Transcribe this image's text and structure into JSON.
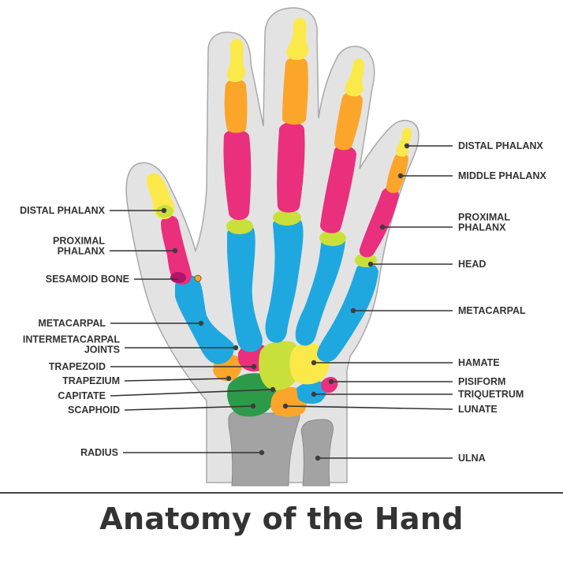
{
  "title": "Anatomy of the Hand",
  "colors": {
    "skin": "#e3e3e3",
    "skin_outline": "#a8a8a8",
    "distal_phalanx": "#fbe94a",
    "middle_phalanx": "#fba52a",
    "proximal_phalanx": "#ea2f7c",
    "metacarpal": "#1fa8e0",
    "joint_head": "#c9e03a",
    "trapezium": "#fba52a",
    "trapezoid": "#ea2f7c",
    "capitate": "#c9e03a",
    "hamate": "#fbe94a",
    "scaphoid": "#2d9a4a",
    "lunate": "#fba52a",
    "triquetrum": "#1fa8e0",
    "pisiform": "#ea2f7c",
    "radius_ulna": "#a3a3a3",
    "sesamoid": "#fba52a"
  },
  "labels_left": [
    {
      "id": "distal-phalanx-left",
      "lines": [
        "DISTAL PHALANX"
      ]
    },
    {
      "id": "proximal-phalanx-left",
      "lines": [
        "PROXIMAL",
        "PHALANX"
      ]
    },
    {
      "id": "sesamoid-bone",
      "lines": [
        "SESAMOID BONE"
      ]
    },
    {
      "id": "metacarpal-left",
      "lines": [
        "METACARPAL"
      ]
    },
    {
      "id": "intermetacarpal-joints",
      "lines": [
        "INTERMETACARPAL",
        "JOINTS"
      ]
    },
    {
      "id": "trapezoid",
      "lines": [
        "TRAPEZOID"
      ]
    },
    {
      "id": "trapezium",
      "lines": [
        "TRAPEZIUM"
      ]
    },
    {
      "id": "capitate",
      "lines": [
        "CAPITATE"
      ]
    },
    {
      "id": "scaphoid",
      "lines": [
        "SCAPHOID"
      ]
    },
    {
      "id": "radius",
      "lines": [
        "RADIUS"
      ]
    }
  ],
  "labels_right": [
    {
      "id": "distal-phalanx-right",
      "lines": [
        "DISTAL PHALANX"
      ]
    },
    {
      "id": "middle-phalanx",
      "lines": [
        "MIDDLE PHALANX"
      ]
    },
    {
      "id": "proximal-phalanx-right",
      "lines": [
        "PROXIMAL",
        "PHALANX"
      ]
    },
    {
      "id": "head",
      "lines": [
        "HEAD"
      ]
    },
    {
      "id": "metacarpal-right",
      "lines": [
        "METACARPAL"
      ]
    },
    {
      "id": "hamate",
      "lines": [
        "HAMATE"
      ]
    },
    {
      "id": "pisiform",
      "lines": [
        "PISIFORM"
      ]
    },
    {
      "id": "triquetrum",
      "lines": [
        "TRIQUETRUM"
      ]
    },
    {
      "id": "lunate",
      "lines": [
        "LUNATE"
      ]
    },
    {
      "id": "ulna",
      "lines": [
        "ULNA"
      ]
    }
  ]
}
